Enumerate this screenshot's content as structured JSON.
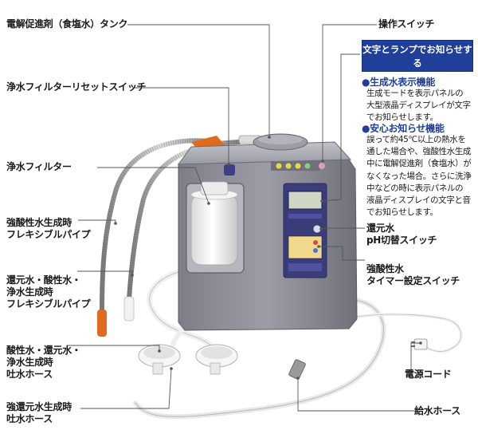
{
  "labels": {
    "tank": "電解促進剤（食塩水）タンク",
    "filter_reset_switch": "浄水フィルターリセットスイッチ",
    "filter": "浄水フィルター",
    "acid_pipe": [
      "強酸性水生成時",
      "フレキシブルパイプ"
    ],
    "reduced_pipe": [
      "還元水・酸性水・",
      "浄水生成時",
      "フレキシブルパイプ"
    ],
    "outlet_hose": [
      "酸性水・還元水・",
      "浄水生成時",
      "吐水ホース"
    ],
    "strong_reduced_hose": [
      "強還元水生成時",
      "吐水ホース"
    ],
    "operation_switch": "操作スイッチ",
    "ph_switch": [
      "還元水",
      "pH切替スイッチ"
    ],
    "timer_switch": [
      "強酸性水",
      "タイマー設定スイッチ"
    ],
    "power_cord": "電源コード",
    "supply_hose": "給水ホース"
  },
  "panel": {
    "title": [
      "文字とランプでお知らせする",
      "大型液晶ディスプレイ"
    ],
    "features": [
      {
        "heading": "●生成水表示機能",
        "body": [
          "生成モードを表示パネルの",
          "大型液晶ディスプレイが文字",
          "でお知らせします。"
        ]
      },
      {
        "heading": "●安心お知らせ機能",
        "body": [
          "誤って約45℃以上の熱水を",
          "通した場合や、強酸性水生成",
          "中に電解促進剤（食塩水）が",
          "なくなった場合。さらに洗浄",
          "中などの時に表示パネルの",
          "液晶ディスプレイの文字と音",
          "でお知らせします。"
        ]
      }
    ]
  },
  "colors": {
    "accent": "#1f3f9a",
    "device_body": "#8e8f99",
    "device_top": "#a9aab2",
    "control_panel": "#3a3d7a",
    "orange_tip": "#e06a1e"
  }
}
